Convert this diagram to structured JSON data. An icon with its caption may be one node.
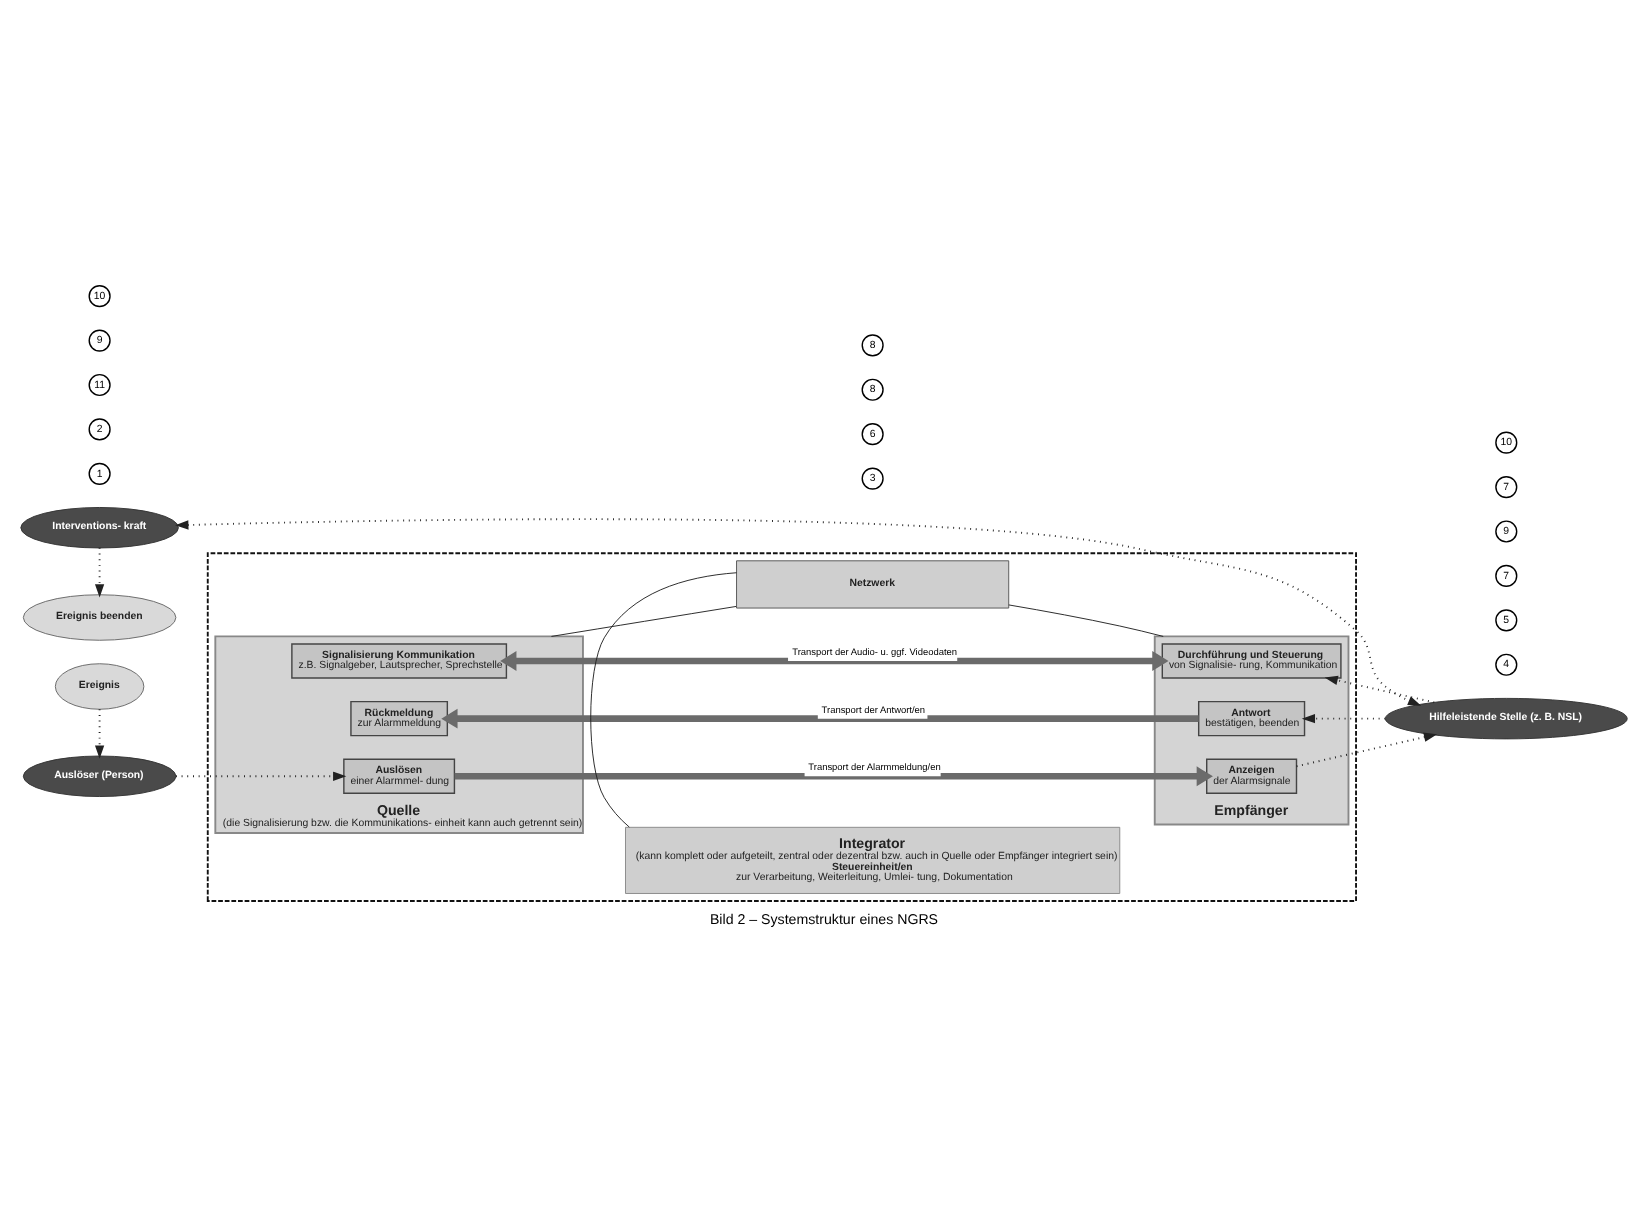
{
  "diagram": {
    "caption": "Bild 2 – Systemstruktur eines NGRS",
    "nodes": [
      {
        "text": [],
        "shape": "box"
      },
      {
        "text": [
          "Ereignis"
        ]
      },
      {
        "text": [
          "Auslöser (Person)"
        ]
      },
      {
        "text": [
          "Quelle",
          "(die Signalisierung bzw. die Kommunikations- einheit kann auch getrennt sein)"
        ],
        "in": 0
      },
      {
        "text": [
          "Auslösen",
          "einer Alarmmel- dung"
        ],
        "in": 3
      },
      {
        "text": [
          "Rückmeldung",
          "zur Alarmmeldung"
        ],
        "in": 3
      },
      {
        "text": [
          "Signalisierung Kommunikation",
          "z.B. Signalgeber, Lautsprecher, Sprechstelle"
        ],
        "in": 3
      },
      {
        "text": [
          "Integrator",
          "(kann komplett oder aufgeteilt, zentral oder dezentral bzw. auch in Quelle oder Empfänger integriert sein)",
          "Steuereinheit/en",
          "zur Verarbeitung, Weiterleitung, Umlei- tung, Dokumentation"
        ],
        "in": 0
      },
      {
        "text": [
          "Empfänger"
        ],
        "in": 0
      },
      {
        "text": [
          "Anzeigen",
          "der Alarmsignale"
        ],
        "in": 8
      },
      {
        "text": [
          "Antwort",
          "bestätigen, beenden"
        ],
        "in": 8
      },
      {
        "text": [
          "Durchführung und Steuerung",
          "von Signalisie- rung, Kommunikation"
        ],
        "in": 8
      },
      {
        "text": [
          "Netzwerk"
        ],
        "in": 0
      },
      {
        "text": [
          "Hilfeleistende Stelle (z. B. NSL)"
        ]
      },
      {
        "text": [
          "Ereignis beenden"
        ]
      },
      {
        "text": [
          "Interventions- kraft"
        ]
      }
    ],
    "edges": [
      {
        "from": 1,
        "to": 2,
        "arrow": "to",
        "style": "dashed"
      },
      {
        "from": 2,
        "to": 4,
        "arrow": "to",
        "style": "dashed"
      },
      {
        "from": 4,
        "to": 9,
        "arrow": "to",
        "label": "Transport der Alarmmeldung/en",
        "style": "thick",
        "color": "#6b6b6b"
      },
      {
        "from": 9,
        "to": 13,
        "arrow": "to",
        "style": "dashed"
      },
      {
        "from": 13,
        "to": 10,
        "arrow": "to",
        "style": "dashed"
      },
      {
        "from": 10,
        "to": 5,
        "arrow": "to",
        "label": "Transport der Antwort/en",
        "style": "thick",
        "color": "#6b6b6b"
      },
      {
        "from": 6,
        "to": 11,
        "arrow": "both",
        "label": "Transport der Audio- u. ggf. Videodaten",
        "style": "thick",
        "color": "#6b6b6b"
      },
      {
        "from": 13,
        "to": 11,
        "arrow": "to",
        "style": "dashed"
      },
      {
        "from": 15,
        "to": 13,
        "arrow": "both",
        "style": "dashed"
      },
      {
        "from": 15,
        "to": 14,
        "arrow": "to",
        "style": "dashed"
      },
      {
        "from": 3,
        "to": 12,
        "arrow": "none"
      },
      {
        "from": 7,
        "to": 12,
        "arrow": "none"
      },
      {
        "from": 8,
        "to": 12,
        "arrow": "none"
      }
    ],
    "labels": [
      "1",
      "2",
      "3",
      "4",
      "6",
      "5",
      "7",
      "9",
      "8",
      "8",
      "7",
      "10",
      "11",
      "9",
      "10"
    ]
  }
}
